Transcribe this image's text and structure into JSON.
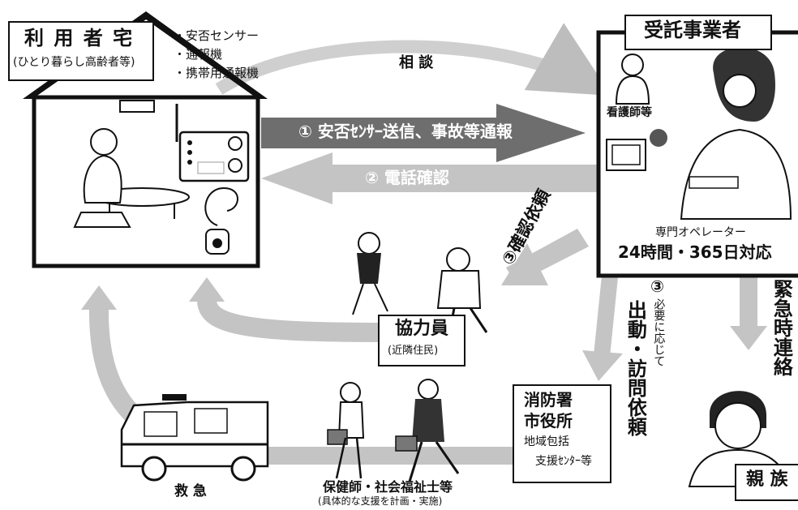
{
  "residence": {
    "title": "利 用 者 宅",
    "subtitle": "(ひとり暮らし高齢者等)",
    "devices": [
      "・安否センサー",
      "・通報機",
      "・携帯用通報機"
    ]
  },
  "contractor": {
    "title": "受託事業者",
    "nurse_label": "看護師等",
    "operator_label": "専門オペレーター",
    "hours": "24時間・365日対応"
  },
  "flows": {
    "consult": "相 談",
    "sensor_send": "① 安否ｾﾝｻｰ送信、事故等通報",
    "phone_confirm": "② 電話確認",
    "confirm_request": "③確認依頼",
    "dispatch_number": "③",
    "dispatch_note": "必要に応じて",
    "dispatch_label": "出動・訪問依頼",
    "emergency": "緊急時連絡"
  },
  "helpers": {
    "title": "協力員",
    "subtitle": "(近隣住民)"
  },
  "agencies": {
    "line1": "消防署",
    "line2": "市役所",
    "line3": "地域包括",
    "line4": "支援ｾﾝﾀｰ等"
  },
  "ambulance_label": "救 急",
  "health_staff": {
    "title": "保健師・社会福祉士等",
    "subtitle": "(具体的な支援を計画・実施)"
  },
  "relatives_label": "親 族"
}
